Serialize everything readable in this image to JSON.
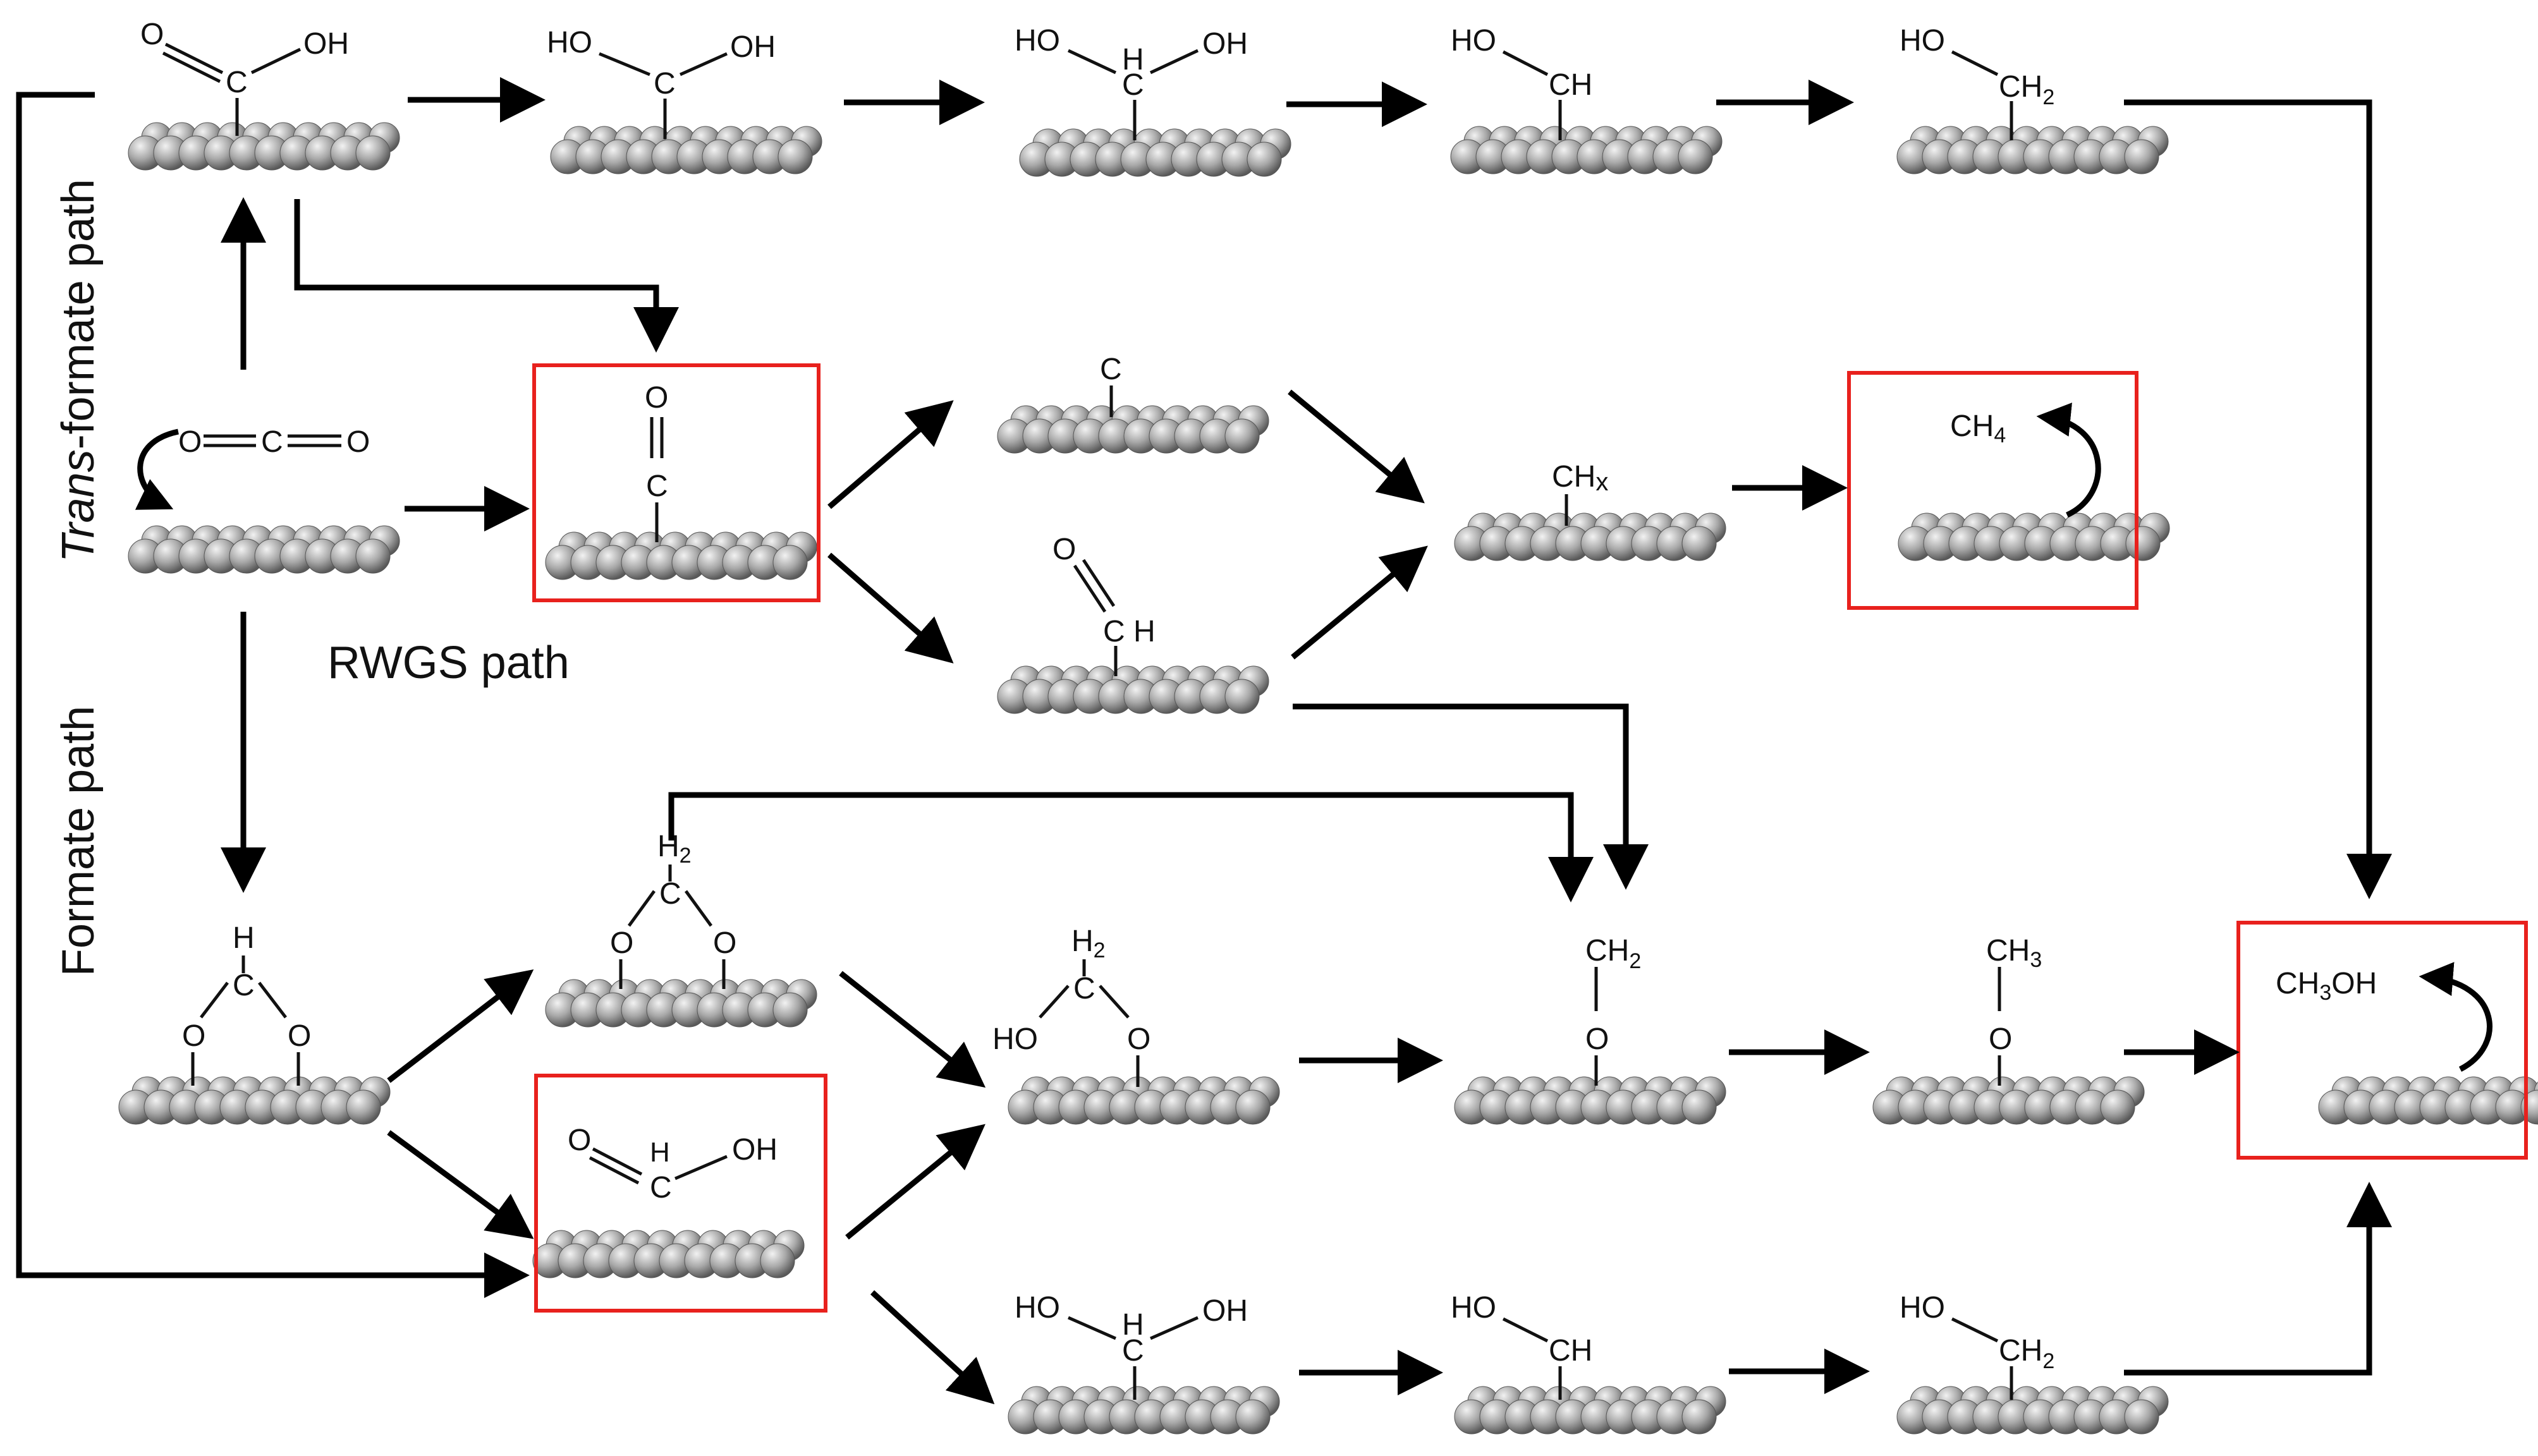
{
  "path_labels": {
    "trans_formate_italic": "Trans",
    "trans_formate_rest": "-formate path",
    "rwgs": "RWGS path",
    "formate": "Formate path"
  },
  "atoms": {
    "O": "O",
    "OH": "OH",
    "HO": "HO",
    "C": "C",
    "H": "H",
    "CH": "CH",
    "C_H": "C H",
    "CH2": "CH",
    "H2": "H",
    "sub2": "2",
    "CH3": "CH",
    "sub3": "3",
    "CHx": "CH",
    "subx": "x",
    "CH4": "CH",
    "sub4": "4",
    "CH3OH_a": "CH",
    "CH3OH_b": "OH"
  },
  "colors": {
    "highlight": "#e8211d",
    "arrow": "#000000",
    "sphere_light": "#e6e6e6",
    "sphere_dark": "#6a6a6a"
  }
}
